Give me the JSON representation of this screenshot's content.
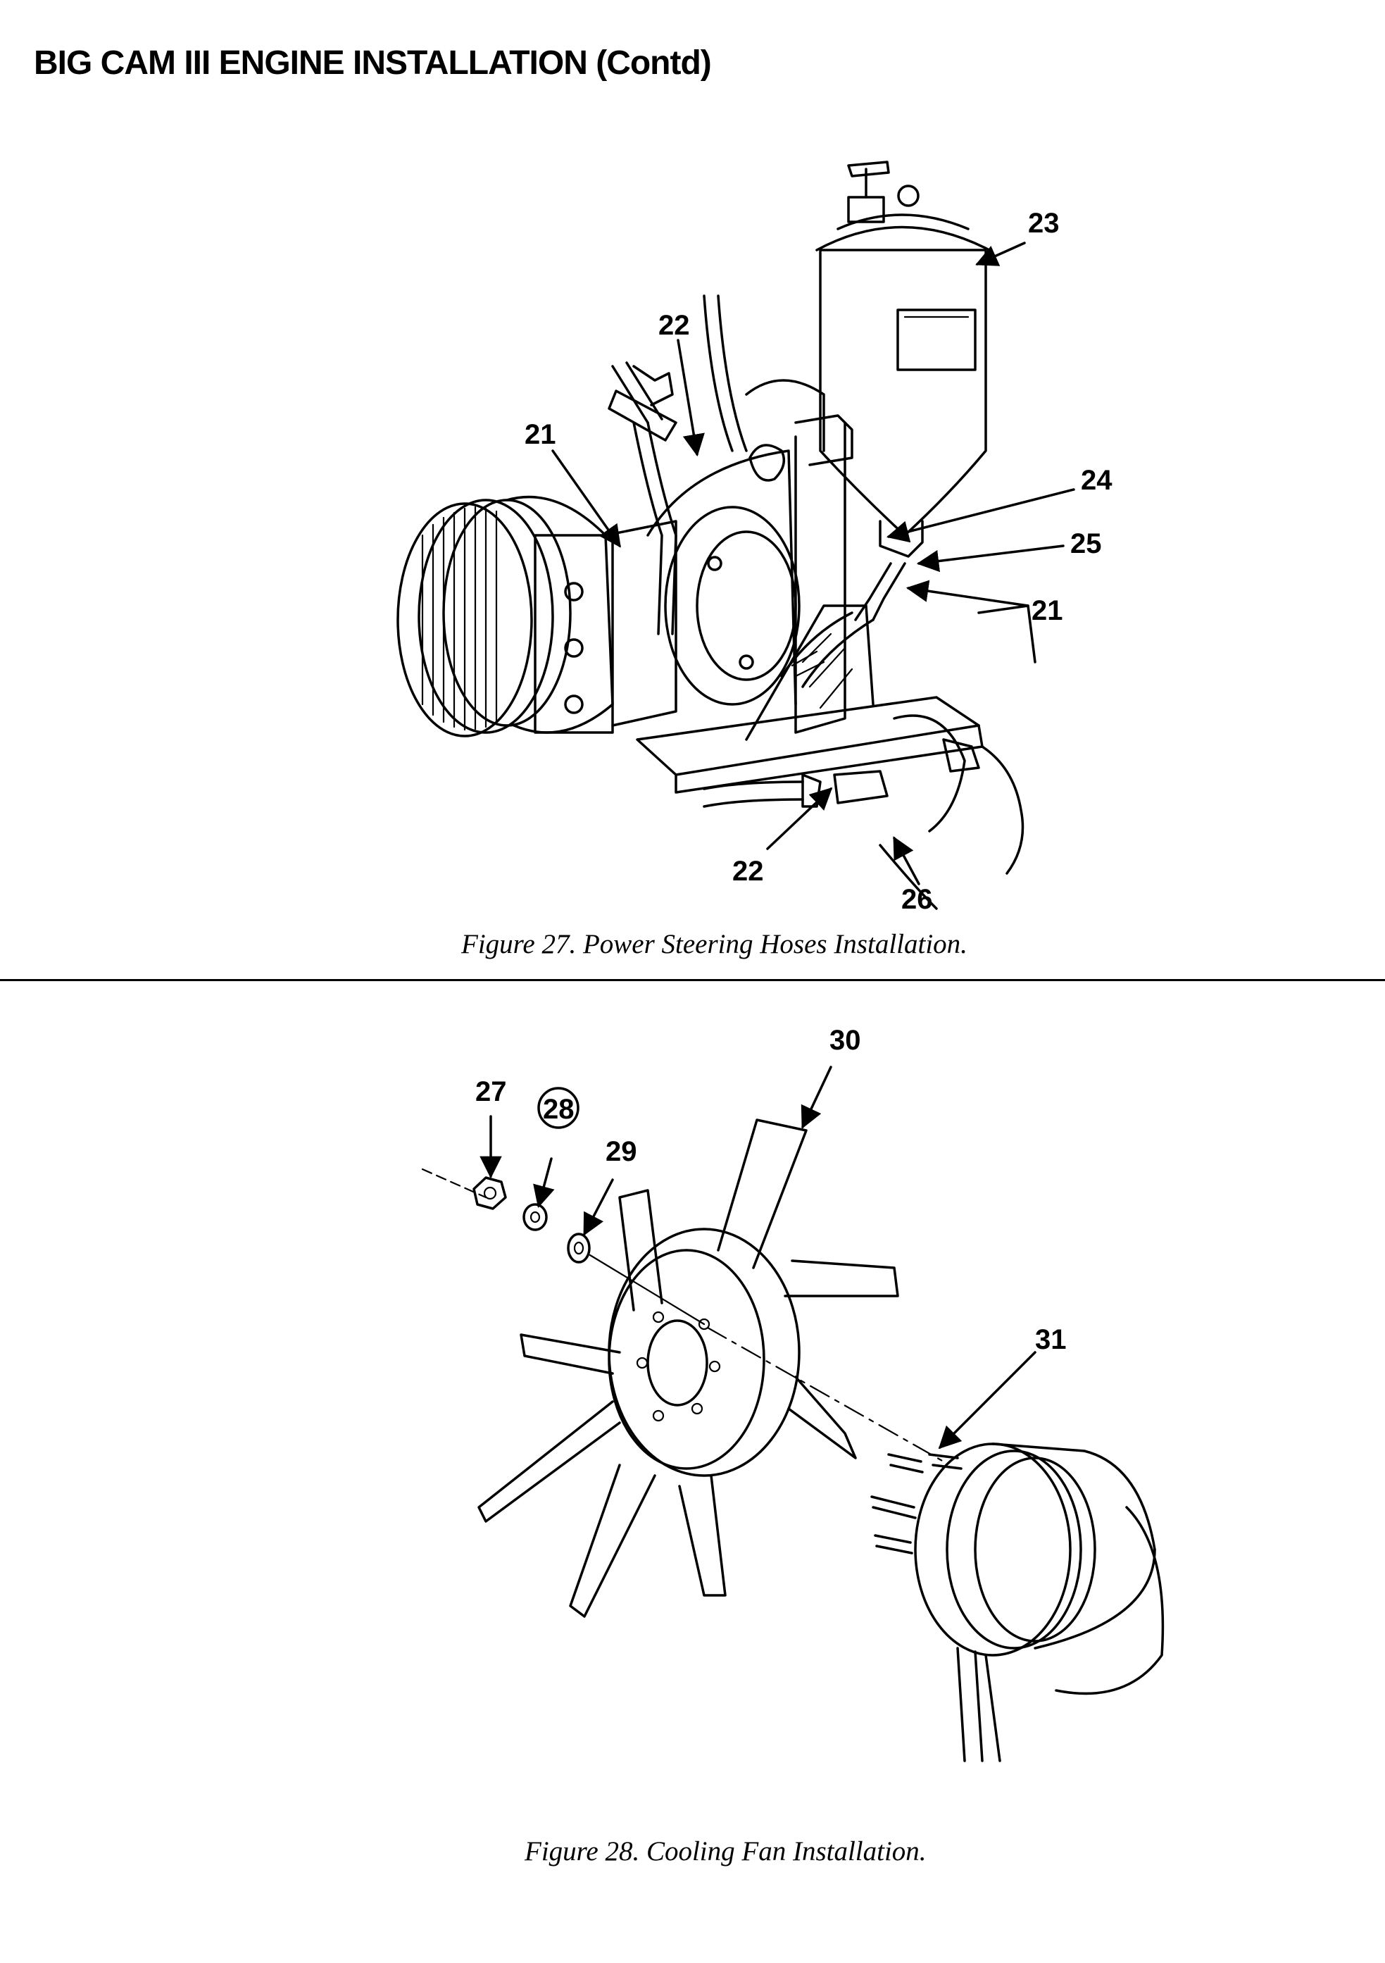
{
  "header": {
    "title": "BIG CAM III ENGINE INSTALLATION (Contd)"
  },
  "figure27": {
    "caption": "Figure 27.  Power Steering Hoses Installation.",
    "callouts": {
      "c23": "23",
      "c22a": "22",
      "c21a": "21",
      "c24": "24",
      "c25": "25",
      "c21b": "21",
      "c22b": "22",
      "c26": "26"
    }
  },
  "figure28": {
    "caption": "Figure 28.  Cooling Fan Installation.",
    "callouts": {
      "c30": "30",
      "c27": "27",
      "c28": "28",
      "c29": "29",
      "c31": "31"
    }
  }
}
